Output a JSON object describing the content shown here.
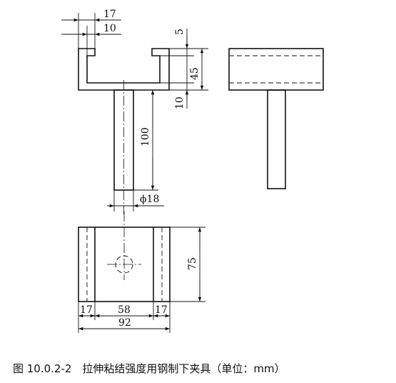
{
  "dimensions": {
    "d17": "17",
    "d10": "10",
    "d5": "5",
    "d45": "45",
    "d10b": "10",
    "d100": "100",
    "phi18": "ϕ18",
    "d75": "75",
    "d17_left": "17",
    "d58": "58",
    "d17_right": "17",
    "d92": "92"
  },
  "caption": "图 10.0.2-2　拉伸粘结强度用钢制下夹具（单位：mm）"
}
